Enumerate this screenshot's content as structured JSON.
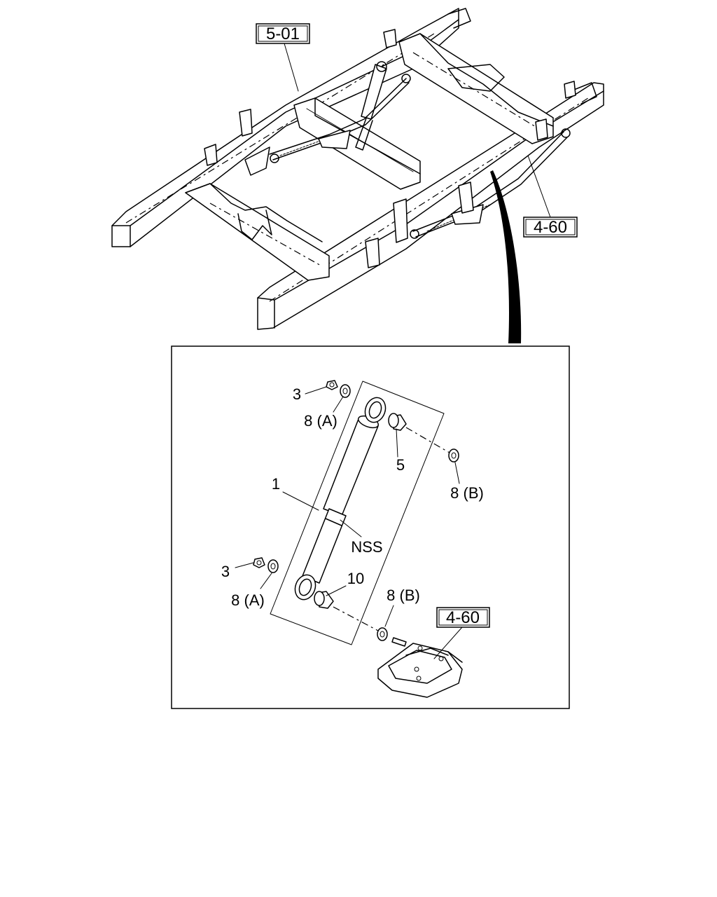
{
  "references": {
    "frame": "5-01",
    "spring_upper": "4-60",
    "spring_lower": "4-60"
  },
  "callouts": {
    "shock_absorber": "1",
    "nut_top": "3",
    "washer_top_a": "8 (A)",
    "bushing_top": "5",
    "washer_top_b": "8 (B)",
    "nss": "NSS",
    "nut_bottom": "3",
    "washer_bottom_a": "8 (A)",
    "bushing_bottom": "10",
    "washer_bottom_b": "8 (B)"
  }
}
